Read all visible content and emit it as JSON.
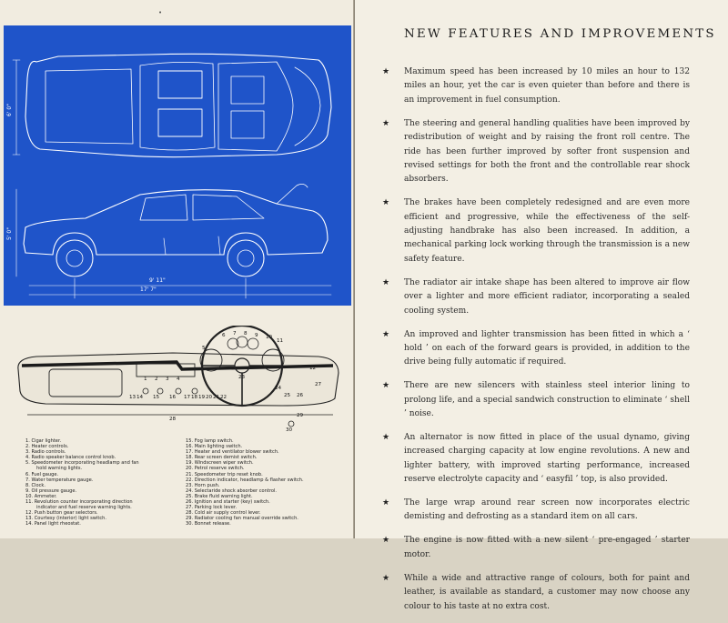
{
  "right_page": {
    "heading": "NEW FEATURES AND IMPROVEMENTS",
    "bullet_icon": "star-icon",
    "features": [
      "Maximum speed has been increased by 10 miles an hour to 132 miles an hour, yet the car is even quieter than before and there is an improvement in fuel consumption.",
      "The steering and general handling qualities have been improved by redistribution of weight and by raising the front roll centre. The ride has been further improved by softer front suspension and revised settings for both the front and the controllable rear shock absorbers.",
      "The brakes have been completely redesigned and are even more efficient and progressive, while the effectiveness of the self-adjusting handbrake has also been increased. In addition, a mechanical parking lock working through the transmission is a new safety feature.",
      "The radiator air intake shape has been altered to improve air flow over a lighter and more efficient radiator, incorporating a sealed cooling system.",
      "An improved and lighter transmission has been fitted in which a ‘ hold ’ on each of the forward gears is provided, in addition to the drive being fully automatic if required.",
      "There are new silencers with stainless steel interior lining to prolong life, and a special sandwich construction to eliminate ‘ shell ’ noise.",
      "An alternator is now fitted in place of the usual dynamo, giving increased charging capacity at low engine revolutions. A new and lighter battery, with improved starting performance, increased reserve electrolyte capacity and ‘ easyfil ’ top, is also provided.",
      "The large wrap around rear screen now incorporates electric demisting and defrosting as a standard item on all cars.",
      "The engine is now fitted with a new silent ‘ pre-engaged ’ starter motor.",
      "While a wide and attractive range of colours, both for paint and leather, is available as standard, a customer may now choose any colour to his taste at no extra cost."
    ]
  },
  "left_page": {
    "top_mark": "•",
    "blueprint_color": "#1f54c9",
    "dimension_labels": {
      "overall_length": "17' 7\"",
      "wheelbase": "9' 11\"",
      "height": "5' 0\"",
      "width": "6' 0\""
    },
    "dashboard_callouts": [
      "1",
      "2",
      "3",
      "4",
      "5",
      "6",
      "7",
      "8",
      "9",
      "10",
      "11",
      "12",
      "13",
      "14",
      "15",
      "16",
      "17",
      "18",
      "19",
      "20",
      "21",
      "22",
      "23",
      "24",
      "25",
      "26",
      "27",
      "28",
      "29",
      "30"
    ],
    "legend_left": [
      {
        "text": "1.   Cigar lighter.",
        "sub": false
      },
      {
        "text": "2.   Heater controls.",
        "sub": false
      },
      {
        "text": "3.   Radio controls.",
        "sub": false
      },
      {
        "text": "4.   Radio speaker balance control knob.",
        "sub": false
      },
      {
        "text": "5.   Speedometer incorporating headlamp and fan",
        "sub": false
      },
      {
        "text": "hold warning lights.",
        "sub": true
      },
      {
        "text": "6.   Fuel gauge.",
        "sub": false
      },
      {
        "text": "7.   Water temperature gauge.",
        "sub": false
      },
      {
        "text": "8.   Clock.",
        "sub": false
      },
      {
        "text": "9.   Oil pressure gauge.",
        "sub": false
      },
      {
        "text": "10.  Ammeter.",
        "sub": false
      },
      {
        "text": "11.  Revolution counter incorporating direction",
        "sub": false
      },
      {
        "text": "indicator and fuel reserve warning lights.",
        "sub": true
      },
      {
        "text": "12.  Push button gear selectors.",
        "sub": false
      },
      {
        "text": "13.  Courtesy (interior) light switch.",
        "sub": false
      },
      {
        "text": "14.  Panel light rheostat.",
        "sub": false
      }
    ],
    "legend_right": [
      {
        "text": "15.  Fog lamp switch."
      },
      {
        "text": "16.  Main lighting switch."
      },
      {
        "text": "17.  Heater and ventilator blower switch."
      },
      {
        "text": "18.  Rear screen demist switch."
      },
      {
        "text": "19.  Windscreen wiper switch."
      },
      {
        "text": "20.  Petrol reserve switch."
      },
      {
        "text": "21.  Speedometer trip reset knob."
      },
      {
        "text": "22.  Direction indicator, headlamp & flasher switch."
      },
      {
        "text": "23.  Horn push."
      },
      {
        "text": "24.  Selectaride shock absorber control."
      },
      {
        "text": "25.  Brake fluid warning light."
      },
      {
        "text": "26.  Ignition and starter (key) switch."
      },
      {
        "text": "27.  Parking lock lever."
      },
      {
        "text": "28.  Cold air supply control lever."
      },
      {
        "text": "29.  Radiator cooling fan manual override switch."
      },
      {
        "text": "30.  Bonnet release."
      }
    ]
  }
}
